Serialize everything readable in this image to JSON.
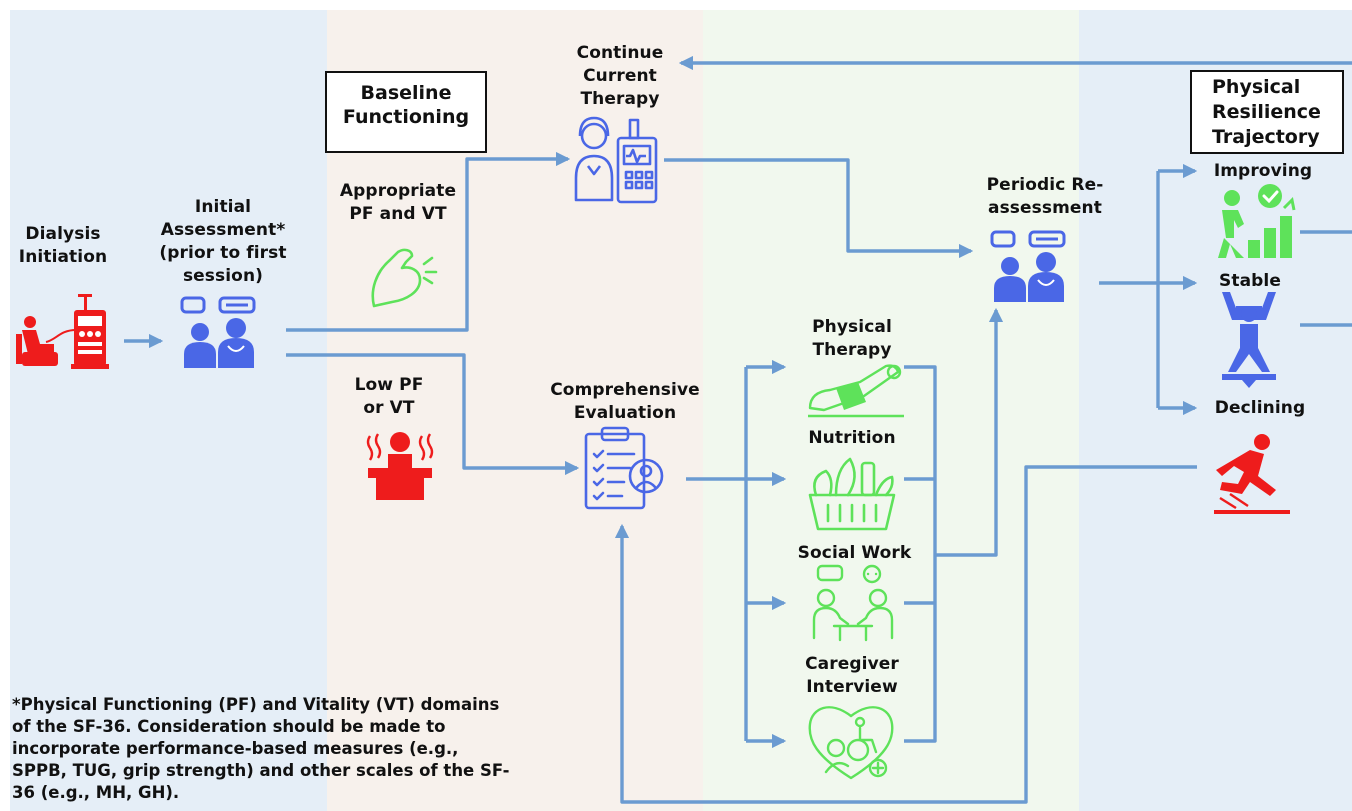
{
  "colors": {
    "arrow": "#6b9bd1",
    "icon_red": "#ee1c1c",
    "icon_blue": "#4a67e6",
    "icon_green": "#5ee25a",
    "band_blue": "#e5eef7",
    "band_tan": "#f7f1ec",
    "band_green": "#f1f8ee"
  },
  "nodes": {
    "dialysis": "Dialysis Initiation",
    "initial_assessment": "Initial Assessment* (prior to first session)",
    "baseline_header": "Baseline Functioning",
    "appropriate": "Appropriate PF and VT",
    "low": "Low PF or VT",
    "continue_therapy": "Continue Current Therapy",
    "comprehensive": "Comprehensive Evaluation",
    "physical_therapy": "Physical Therapy",
    "nutrition": "Nutrition",
    "social_work": "Social Work",
    "caregiver": "Caregiver Interview",
    "periodic": "Periodic Re-assessment",
    "trajectory_header": "Physical Resilience Trajectory",
    "improving": "Improving",
    "stable": "Stable",
    "declining": "Declining"
  },
  "footnote": "*Physical Functioning (PF) and Vitality (VT) domains of the SF-36. Consideration should be made to incorporate performance-based measures (e.g., SPPB, TUG, grip strength) and other scales of the SF-36 (e.g., MH, GH).",
  "icons": {
    "dialysis": "dialysis-machine-icon",
    "assessment": "doctor-patient-consult-icon",
    "appropriate": "flexed-arm-icon",
    "low": "exhausted-person-icon",
    "continue": "patient-monitor-icon",
    "comprehensive": "clipboard-checklist-icon",
    "physical_therapy": "physical-therapy-icon",
    "nutrition": "grocery-basket-icon",
    "social_work": "social-work-meeting-icon",
    "caregiver": "caregiver-heart-icon",
    "periodic": "doctor-patient-consult-icon",
    "improving": "improving-growth-icon",
    "stable": "balanced-person-icon",
    "declining": "falling-person-icon"
  }
}
